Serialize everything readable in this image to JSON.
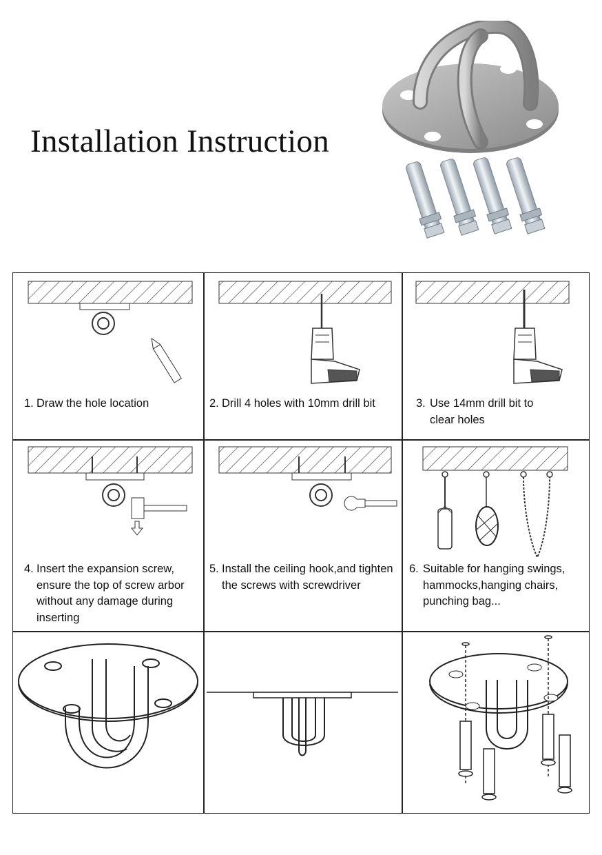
{
  "title": "Installation Instruction",
  "product_image": {
    "icon": "ceiling-mount-plate-with-bolts"
  },
  "steps": [
    {
      "num": "1.",
      "text": "Draw the hole location",
      "icon": "pencil-mark-icon"
    },
    {
      "num": "2.",
      "text": "Drill 4 holes with 10mm drill bit",
      "icon": "drill-icon"
    },
    {
      "num": "3.",
      "text": "Use 14mm drill bit to clear holes",
      "icon": "drill-icon"
    },
    {
      "num": "4.",
      "text": "Insert the expansion screw, ensure the top of screw arbor without any damage during inserting",
      "icon": "hammer-icon"
    },
    {
      "num": "5.",
      "text": "Install the ceiling hook,and tighten the screws with screwdriver",
      "icon": "wrench-icon"
    },
    {
      "num": "6.",
      "text": "Suitable for hanging swings, hammocks,hanging chairs, punching bag...",
      "icon": "hanging-items-icon"
    }
  ],
  "diagrams": [
    "mount-plate-perspective",
    "mount-plate-side-view",
    "mount-plate-exploded-view"
  ]
}
